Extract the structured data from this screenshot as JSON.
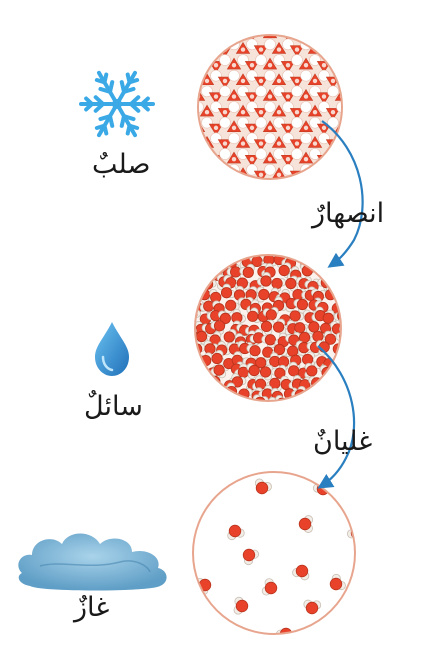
{
  "states": {
    "solid": "صلبٌ",
    "liquid": "سائلٌ",
    "gas": "غازٌ"
  },
  "transitions": {
    "melting": "انصهارٌ",
    "boiling": "غليانٌ"
  },
  "icons": {
    "solid": "snowflake-icon",
    "liquid": "water-drop-icon",
    "gas": "cloud-icon"
  },
  "colors": {
    "oxygen": "#e8432a",
    "hydrogen": "#f2ede6",
    "circle_border": "#e8a58e",
    "arrow": "#2a7fc0",
    "snowflake": "#3aa9e6",
    "drop": "#2b8fd8",
    "cloud": "#7fb6d6"
  }
}
